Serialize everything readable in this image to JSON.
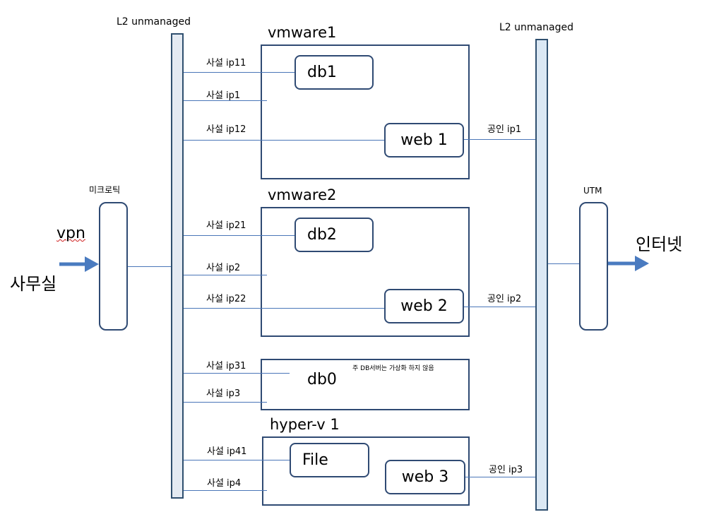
{
  "switches": {
    "left_label": "L2 unmanaged",
    "right_label": "L2 unmanaged"
  },
  "microtik": {
    "label": "미크로틱"
  },
  "utm": {
    "label": "UTM"
  },
  "office": {
    "vpn": "vpn",
    "label": "사무실"
  },
  "internet": {
    "label": "인터넷"
  },
  "vmware1": {
    "title": "vmware1",
    "vms": {
      "db": "db1",
      "web": "web 1"
    },
    "links": {
      "db": "사설 ip11",
      "host": "사설 ip1",
      "web": "사설 ip12",
      "public": "공인 ip1"
    }
  },
  "vmware2": {
    "title": "vmware2",
    "vms": {
      "db": "db2",
      "web": "web 2"
    },
    "links": {
      "db": "사설 ip21",
      "host": "사설 ip2",
      "web": "사설 ip22",
      "public": "공인 ip2"
    }
  },
  "db0": {
    "title": "db0",
    "note": "주 DB서버는 가상화 하지 않음",
    "links": {
      "db": "사설 ip31",
      "host": "사설 ip3"
    }
  },
  "hyperv1": {
    "title": "hyper-v 1",
    "vms": {
      "file": "File",
      "web": "web 3"
    },
    "links": {
      "file": "사설 ip41",
      "host": "사설 ip4",
      "public": "공인 ip3"
    }
  },
  "colors": {
    "line": "#4a76b8",
    "arrow": "#4a7bc0",
    "border": "#2f4a73"
  }
}
